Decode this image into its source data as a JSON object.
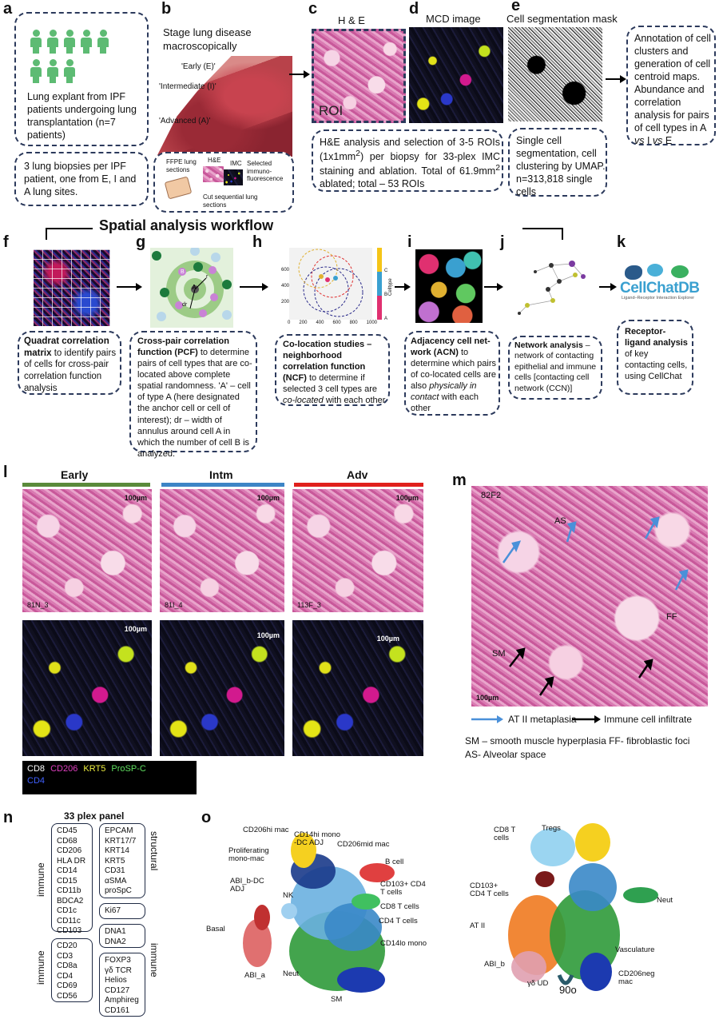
{
  "panels": {
    "a": {
      "label": "a",
      "patients_text": "Lung explant from IPF patients undergoing lung transplantation (n=7 patients)",
      "biopsy_text": "3 lung biopsies per IPF patient, one from E, I and A lung sites."
    },
    "b": {
      "label": "b",
      "title": "Stage lung disease macroscopically",
      "early": "'Early (E)'",
      "intermediate": "'Intermediate (I)'",
      "advanced": "'Advanced (A)'",
      "ffpe": "FFPE lung sections",
      "he": "H&E",
      "imc": "IMC",
      "immuno": "Selected immuno-fluorescence",
      "cut": "Cut sequential lung sections"
    },
    "c": {
      "label": "c",
      "title": "H & E",
      "roi": "ROI",
      "text_a": "H&E analysis and selection of 3-5 ROIs (1x1mm",
      "sup": "2",
      "text_b": ") per biopsy for 33-plex IMC staining and ablation. Total of 61.9mm",
      "text_c": " ablated; total – 53 ROIs"
    },
    "d": {
      "label": "d",
      "title": "MCD image"
    },
    "e": {
      "label": "e",
      "title": "Cell segmentation mask",
      "text": "Single cell segmentation, cell clustering by UMAP. n=313,818 single cells"
    },
    "annotation": {
      "text1": "Annotation of cell clusters and generation of cell centroid maps.",
      "text2a": "Abundance and correlation analysis for pairs of cell types in A ",
      "vs1": "vs",
      "mid": " I ",
      "vs2": "vs",
      "end": " E"
    },
    "workflow_title": "Spatial analysis workflow",
    "f": {
      "label": "f",
      "bold": "Quadrat correlation matrix",
      "rest": " to identify pairs of cells for cross-pair correlation function analysis"
    },
    "g": {
      "label": "g",
      "bold": "Cross-pair correlation function (PCF)",
      "rest": " to determine pairs of cell types that are co-located above complete spatial randomness. 'A' – cell of type A (here designated the anchor cell or cell of interest); dr – width of annulus around cell A in which  the number of cell B is analyzed.",
      "cell_a": "A",
      "cell_b": "B",
      "r": "r",
      "dr": "dr"
    },
    "h": {
      "label": "h",
      "bold": "Co-location studies  – neighborhood correlation function (NCF)",
      "rest1": " to determine if selected 3 cell types are ",
      "italic": "co-located",
      "rest2": " with each other",
      "axis_ticks_y": [
        "600",
        "400",
        "200"
      ],
      "axis_ticks_x": [
        "0",
        "200",
        "400",
        "600",
        "800",
        "1000"
      ],
      "celltype": "Celltype",
      "legend": [
        "C",
        "B",
        "A"
      ]
    },
    "i": {
      "label": "i",
      "bold": "Adjacency cell net-work (ACN)",
      "rest1": " to determine which pairs of co-located cells are also ",
      "italic": "physically in contact",
      "rest2": " with each other"
    },
    "j": {
      "label": "j",
      "bold": "Network analysis",
      "rest": " – network of contacting epithelial and immune cells  [contacting cell network (CCN)]"
    },
    "k": {
      "label": "k",
      "bold": "Receptor-ligand analysis",
      "rest": " of key contacting cells, using CellChat",
      "logo": "CellChatDB",
      "logo_sub": "Ligand–Receptor Interaction Explorer"
    },
    "l": {
      "label": "l",
      "headers": [
        "Early",
        "Intm",
        "Adv"
      ],
      "header_colors": [
        "#5a8a3a",
        "#3d85c6",
        "#e0201c"
      ],
      "scale": "100µm",
      "ids": [
        "81N_3",
        "81I_4",
        "113F_3"
      ],
      "legend": {
        "cd8": "CD8",
        "cd206": "CD206",
        "krt5": "KRT5",
        "prosp": "ProSP-C",
        "cd4": "CD4"
      }
    },
    "m": {
      "label": "m",
      "sample": "82F2",
      "as": "AS",
      "ff": "FF",
      "sm": "SM",
      "scale": "100µm",
      "legend_at2": "AT II metaplasia",
      "legend_imm": "Immune cell infiltrate",
      "caption1": "SM – smooth muscle hyperplasia FF- fibroblastic foci",
      "caption2": "AS- Alveolar space"
    },
    "n": {
      "label": "n",
      "title": "33 plex panel",
      "immune_label": "immune",
      "structural_label": "structural",
      "immune_label2": "immune",
      "immune_label3": "immune",
      "immune1": [
        "CD45",
        "CD68",
        "CD206",
        "HLA DR",
        "CD14",
        "CD15",
        "CD11b",
        "BDCA2",
        "CD1c",
        "CD11c",
        "CD103"
      ],
      "structural": [
        "EPCAM",
        "KRT17/7",
        "KRT14",
        "KRT5",
        "CD31",
        "αSMA",
        "proSpC"
      ],
      "ki67": [
        "Ki67"
      ],
      "dna": [
        "DNA1",
        "DNA2"
      ],
      "immune2": [
        "CD20",
        "CD3",
        "CD8a",
        "CD4",
        "CD69",
        "CD56"
      ],
      "immune3": [
        "FOXP3",
        "γδ TCR",
        "Helios",
        "CD127",
        "Amphireg",
        "CD161"
      ]
    },
    "o": {
      "label": "o",
      "left": [
        "CD206hi mac",
        "CD14hi mono -DC ADJ",
        "CD206mid mac",
        "Proliferating mono-mac",
        "B cell",
        "ABI_b-DC ADJ",
        "CD103+ CD4 T cells",
        "NK",
        "CD8 T cells",
        "CD4 T cells",
        "Basal",
        "CD14lo mono",
        "ABI_a",
        "Neut",
        "SM"
      ],
      "right": [
        "CD8 T cells",
        "Tregs",
        "CD103+ CD4 T cells",
        "Neut",
        "AT II",
        "Vasculature",
        "ABI_b",
        "CD206neg mac",
        "γδ UD",
        "90o"
      ]
    }
  }
}
